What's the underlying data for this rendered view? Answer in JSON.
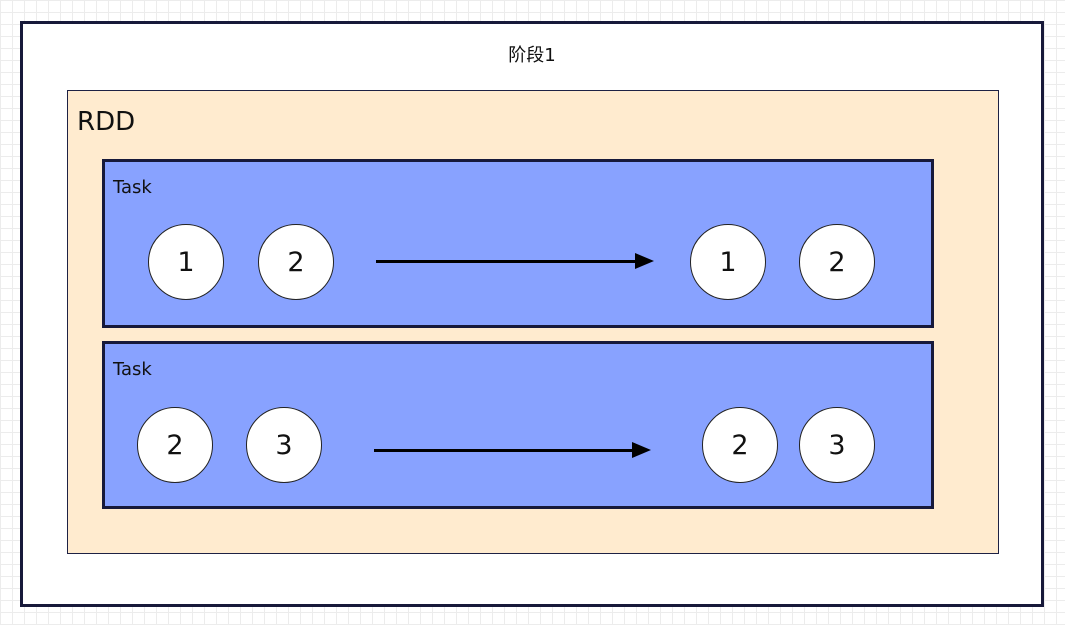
{
  "stage": {
    "title": "阶段1"
  },
  "rdd": {
    "label": "RDD"
  },
  "tasks": [
    {
      "label": "Task",
      "input_partitions": [
        "1",
        "2"
      ],
      "output_partitions": [
        "1",
        "2"
      ]
    },
    {
      "label": "Task",
      "input_partitions": [
        "2",
        "3"
      ],
      "output_partitions": [
        "2",
        "3"
      ]
    }
  ]
}
